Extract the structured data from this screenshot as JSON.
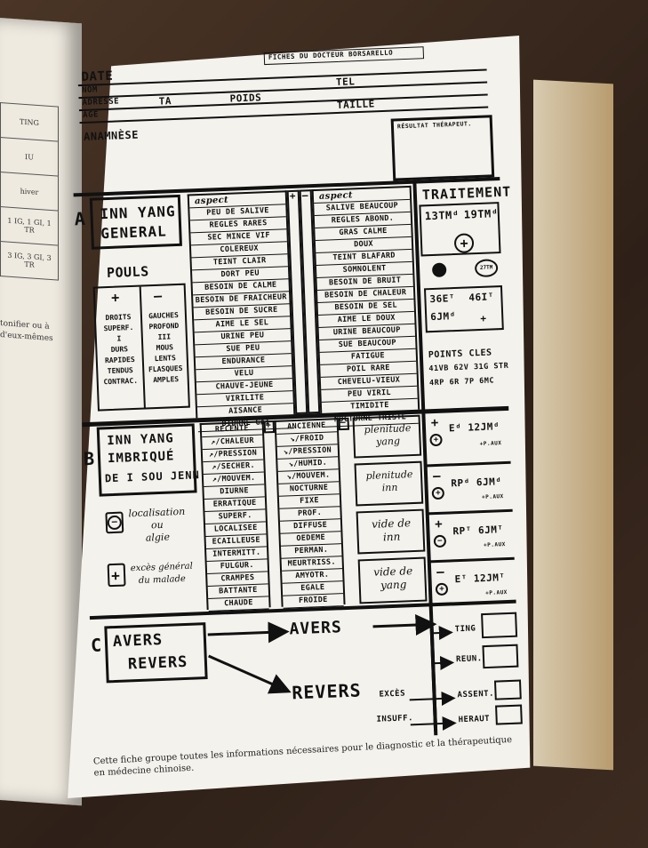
{
  "left_page": {
    "table": [
      "TING",
      "IU",
      "hiver",
      "1 IG, 1 GI, 1 TR",
      "3 IG, 3 GI, 3 TR"
    ],
    "text": [
      "tonifier ou à",
      "d'eux-mêmes"
    ]
  },
  "header": {
    "banner": "FICHES DU DOCTEUR BORSARELLO",
    "date": "DATE",
    "nom": "NOM",
    "adresse": "ADRESSE",
    "ta": "TA",
    "poids": "POIDS",
    "tel": "TEL",
    "taille": "TAILLE",
    "age": "AGE",
    "anamnese": "ANAMNÈSE",
    "resultat": "RÉSULTAT THÉRAPEUT."
  },
  "section_a": {
    "letter": "A",
    "title_1": "INN YANG",
    "title_2": "GENERAL",
    "pouls": "POULS",
    "plus": "+",
    "minus": "—",
    "pouls_plus": [
      "DROITS",
      "SUPERF.",
      "I",
      "DURS",
      "RAPIDES",
      "TENDUS",
      "CONTRAC."
    ],
    "pouls_minus": [
      "GAUCHES",
      "PROFOND",
      "III",
      "MOUS",
      "LENTS",
      "FLASQUES",
      "AMPLES"
    ],
    "col_plus_header": "aspect",
    "col_plus": [
      "PEU DE SALIVE",
      "REGLES RARES",
      "SEC MINCE VIF",
      "COLEREUX",
      "TEINT CLAIR",
      "DORT PEU",
      "BESOIN DE CALME",
      "BESOIN DE FRAICHEUR",
      "BESOIN DE SUCRE",
      "AIME LE SEL",
      "URINE PEU",
      "SUE PEU",
      "ENDURANCE",
      "VELU",
      "CHAUVE-JEUNE",
      "VIRILITE",
      "AISANCE",
      "DIURNE  GAI"
    ],
    "col_minus_header": "aspect",
    "col_minus": [
      "SALIVE BEAUCOUP",
      "REGLES ABOND.",
      "GRAS CALME",
      "DOUX",
      "TEINT BLAFARD",
      "SOMNOLENT",
      "BESOIN DE BRUIT",
      "BESOIN DE CHALEUR",
      "BESOIN DE SEL",
      "AIME LE DOUX",
      "URINE BEAUCOUP",
      "SUE BEAUCOUP",
      "FATIGUE",
      "POIL RARE",
      "CHEVELU-VIEUX",
      "PEU VIRIL",
      "TIMIDITE",
      "NOCTURNE TRISTE"
    ],
    "sign_plus": "+",
    "sign_minus": "—"
  },
  "traitement": {
    "title": "TRAITEMENT",
    "line_1a": "13TMᵈ",
    "line_1b": "19TMᵈ",
    "circle_plus": "+",
    "circle_small": "27TM",
    "line_2a": "36Eᵀ",
    "line_2b": "46Iᵀ",
    "line_2c": "6JMᵈ",
    "plus_small": "+",
    "points_title": "POINTS CLES",
    "points_1": "41VB 62V 31G STR",
    "points_2": "4RP 6R 7P 6MC"
  },
  "section_b": {
    "letter": "B",
    "title_1": "INN YANG",
    "title_2": "IMBRIQUÉ",
    "title_3": "DE I SOU JENN",
    "minus_sign": "—",
    "plus_sign": "+",
    "localisation": [
      "localisation",
      "ou",
      "algie"
    ],
    "exces": [
      "excès général",
      "du malade"
    ],
    "col1_header": "RECENTE",
    "col1": [
      "↗/CHALEUR",
      "↗/PRESSION",
      "↗/SECHER.",
      "↗/MOUVEM.",
      "DIURNE",
      "ERRATIQUE",
      "SUPERF.",
      "LOCALISEE",
      "ECAILLEUSE",
      "INTERMITT.",
      "FULGUR.",
      "CRAMPES",
      "BATTANTE",
      "CHAUDE"
    ],
    "col2_header": "ANCIENNE",
    "col2": [
      "↘/FROID",
      "↘/PRESSION",
      "↘/HUMID.",
      "↘/MOUVEM.",
      "NOCTURNE",
      "FIXE",
      "PROF.",
      "DIFFUSE",
      "OEDEME",
      "PERMAN.",
      "MEURTRISS.",
      "AMYOTR.",
      "EGALE",
      "FROIDE"
    ],
    "states": [
      "plenitude yang",
      "plenitude inn",
      "vide de inn",
      "vide de yang"
    ],
    "treat": [
      {
        "sign": "+",
        "text": "Eᵈ 12JMᵈ",
        "note": "+P.AUX"
      },
      {
        "sign": "—",
        "text": "RPᵈ 6JMᵈ",
        "note": "+P.AUX"
      },
      {
        "sign": "+",
        "text": "RPᵀ 6JMᵀ",
        "note": "+P.AUX"
      },
      {
        "sign": "—",
        "text": "Eᵀ 12JMᵀ",
        "note": "+P.AUX"
      }
    ]
  },
  "section_c": {
    "letter": "C",
    "avers_box": "AVERS",
    "revers_box": "REVERS",
    "avers_arrow": "AVERS",
    "revers_arrow": "REVERS",
    "exces": "EXCÈS",
    "insuff": "INSUFF.",
    "boxes": [
      "TING",
      "REUN.",
      "ASSENT.",
      "HERAUT"
    ]
  },
  "caption": "Cette fiche groupe toutes les informations nécessaires pour le diagnostic et la thérapeutique en médecine chinoise."
}
